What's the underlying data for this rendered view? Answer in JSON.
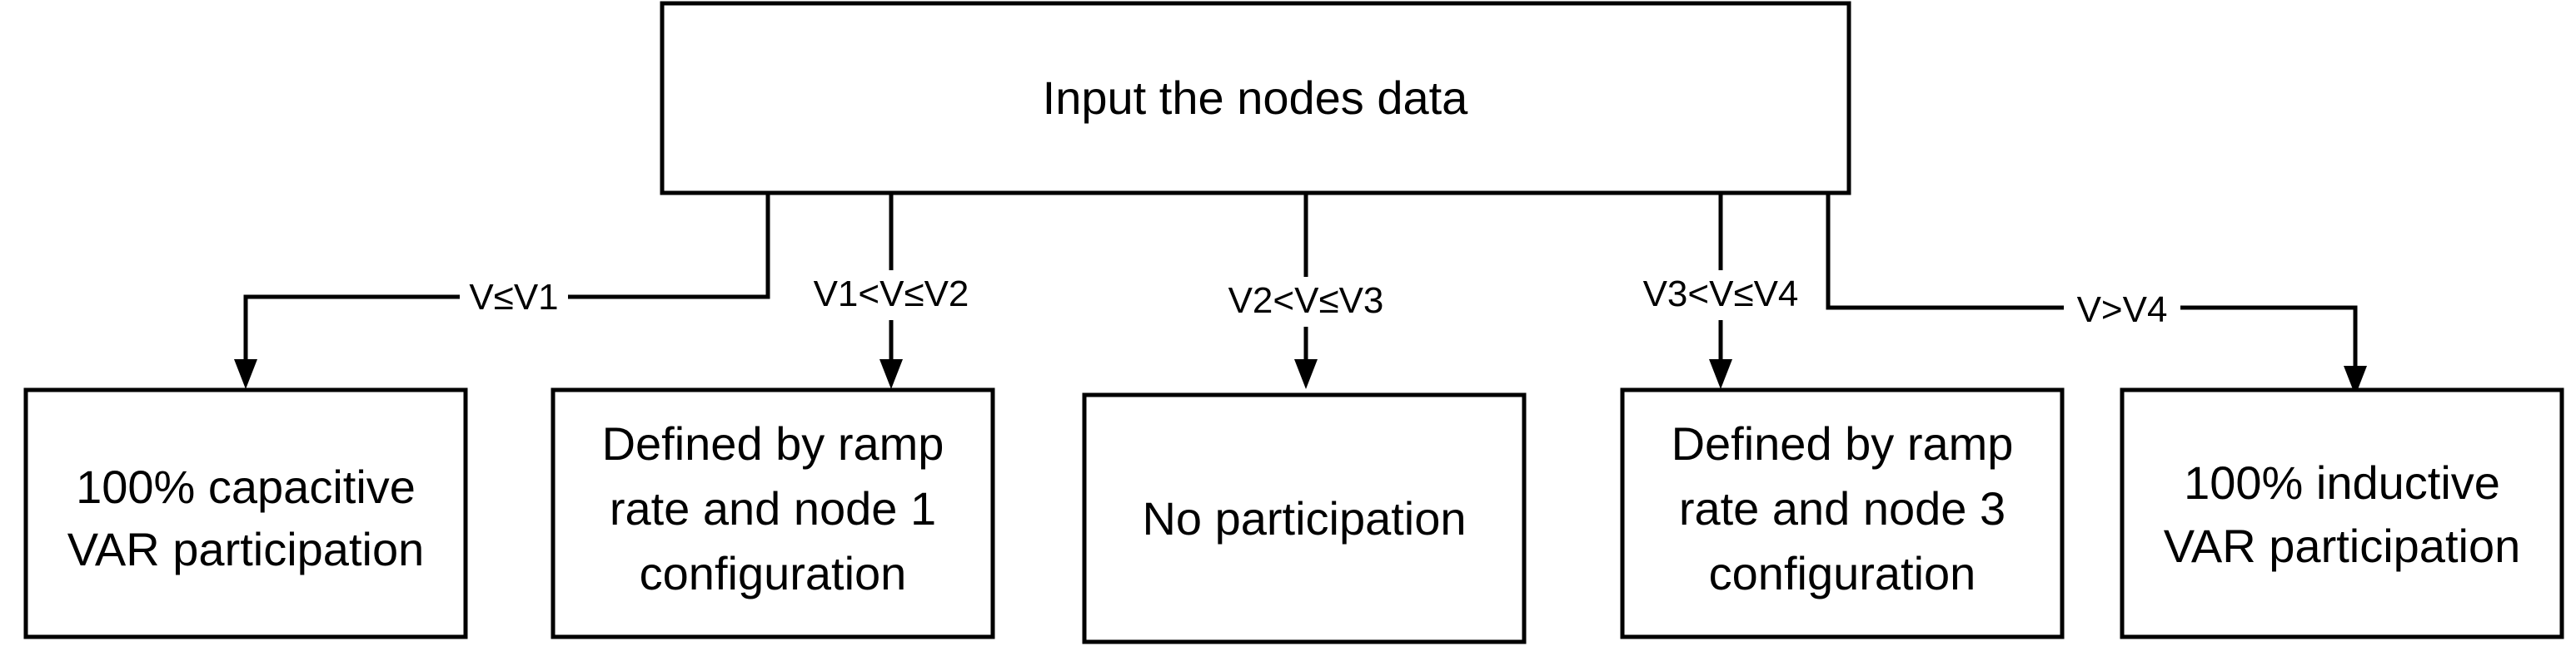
{
  "input_box": {
    "text": "Input the nodes data"
  },
  "branches": [
    {
      "condition": "V≤V1",
      "output": [
        "100% capacitive",
        "VAR participation"
      ]
    },
    {
      "condition": "V1<V≤V2",
      "output": [
        "Defined by ramp",
        "rate and node 1",
        "configuration"
      ]
    },
    {
      "condition": "V2<V≤V3",
      "output": [
        "No participation"
      ]
    },
    {
      "condition": "V3<V≤V4",
      "output": [
        "Defined by ramp",
        "rate and node 3",
        "configuration"
      ]
    },
    {
      "condition": "V>V4",
      "output": [
        "100% inductive",
        "VAR participation"
      ]
    }
  ]
}
